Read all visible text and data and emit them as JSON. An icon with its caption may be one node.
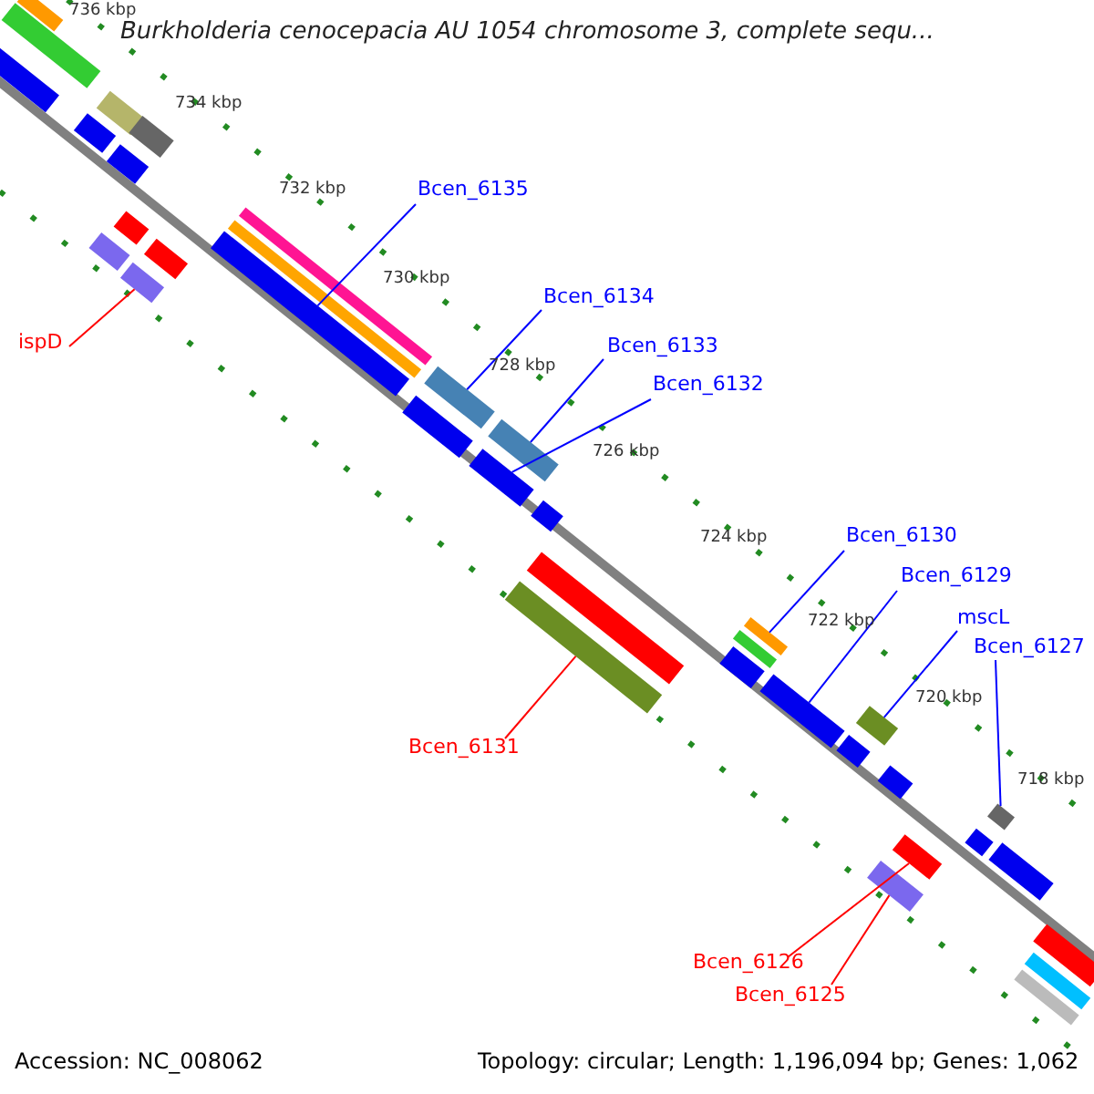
{
  "diagram": {
    "title": "Burkholderia cenocepacia AU 1054 chromosome 3, complete sequ...",
    "nodes": [
      {
        "text": [
          "ispD"
        ]
      },
      {
        "text": [],
        "shape": "bar"
      },
      {
        "text": [
          "Bcen_6135"
        ]
      },
      {
        "text": [],
        "shape": "bar"
      },
      {
        "text": [
          "Bcen_6134"
        ]
      },
      {
        "text": [],
        "shape": "bar"
      },
      {
        "text": [
          "Bcen_6133"
        ]
      },
      {
        "text": [],
        "shape": "bar"
      },
      {
        "text": [
          "Bcen_6132"
        ]
      },
      {
        "text": [],
        "shape": "bar"
      },
      {
        "text": [
          "Bcen_6131"
        ]
      },
      {
        "text": [],
        "shape": "bar"
      },
      {
        "text": [
          "Bcen_6130"
        ]
      },
      {
        "text": [],
        "shape": "bar"
      },
      {
        "text": [
          "Bcen_6129"
        ]
      },
      {
        "text": [],
        "shape": "bar"
      },
      {
        "text": [
          "mscL"
        ]
      },
      {
        "text": [],
        "shape": "bar"
      },
      {
        "text": [
          "Bcen_6127"
        ]
      },
      {
        "text": [],
        "shape": "bar"
      },
      {
        "text": [
          "Bcen_6126"
        ]
      },
      {
        "text": [],
        "shape": "bar"
      },
      {
        "text": [
          "Bcen_6125"
        ]
      },
      {
        "text": [],
        "shape": "bar"
      },
      {
        "text": [],
        "shape": "bar"
      },
      {
        "text": [],
        "shape": "bar"
      },
      {
        "text": [],
        "shape": "bar"
      },
      {
        "text": [],
        "shape": "bar"
      },
      {
        "text": [],
        "shape": "bar"
      },
      {
        "text": [],
        "shape": "bar"
      },
      {
        "text": [],
        "shape": "bar"
      },
      {
        "text": [],
        "shape": "bar"
      },
      {
        "text": [],
        "shape": "bar"
      },
      {
        "text": [],
        "shape": "bar"
      },
      {
        "text": [],
        "shape": "bar"
      },
      {
        "text": [],
        "shape": "bar"
      },
      {
        "text": [],
        "shape": "bar"
      },
      {
        "text": [],
        "shape": "bar"
      },
      {
        "text": [],
        "shape": "bar"
      },
      {
        "text": [],
        "shape": "bar"
      },
      {
        "text": [],
        "shape": "bar"
      },
      {
        "text": [],
        "shape": "bar"
      },
      {
        "text": [],
        "shape": "bar"
      },
      {
        "text": [],
        "shape": "bar"
      },
      {
        "text": [],
        "shape": "bar"
      },
      {
        "text": [],
        "shape": "bar"
      },
      {
        "text": [],
        "shape": "bar"
      },
      {
        "text": [],
        "shape": "bar"
      }
    ],
    "edges": [
      {
        "from": 0,
        "to": 1,
        "arrow": "none",
        "color": "#ff0000"
      },
      {
        "from": 2,
        "to": 3,
        "arrow": "none"
      },
      {
        "from": 4,
        "to": 5,
        "arrow": "none"
      },
      {
        "from": 6,
        "to": 7,
        "arrow": "none"
      },
      {
        "from": 8,
        "to": 9,
        "arrow": "none"
      },
      {
        "from": 10,
        "to": 11,
        "arrow": "none",
        "color": "#ff0000"
      },
      {
        "from": 12,
        "to": 13,
        "arrow": "none"
      },
      {
        "from": 14,
        "to": 15,
        "arrow": "none"
      },
      {
        "from": 16,
        "to": 17,
        "arrow": "none"
      },
      {
        "from": 18,
        "to": 19,
        "arrow": "none"
      },
      {
        "from": 20,
        "to": 21,
        "arrow": "none",
        "color": "#ff0000"
      },
      {
        "from": 22,
        "to": 23,
        "arrow": "none",
        "color": "#ff0000"
      }
    ],
    "labels": [
      "736 kbp",
      "734 kbp",
      "732 kbp",
      "730 kbp",
      "728 kbp",
      "726 kbp",
      "724 kbp",
      "722 kbp",
      "720 kbp",
      "718 kbp",
      "Accession: NC_008062",
      "Topology: circular; Length: 1,196,094 bp; Genes: 1,062"
    ]
  }
}
